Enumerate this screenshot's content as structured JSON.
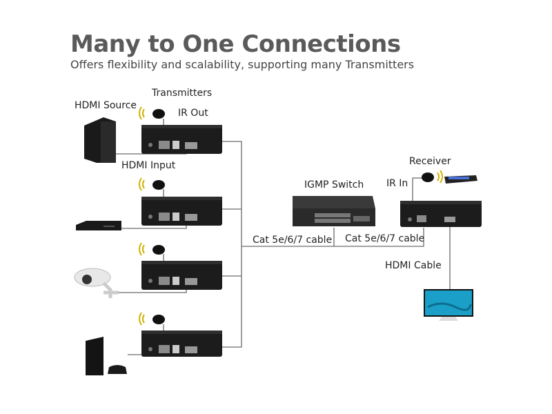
{
  "header": {
    "title": "Many to One Connections",
    "subtitle": "Offers flexibility and scalability, supporting many Transmitters"
  },
  "labels": {
    "transmitters": "Transmitters",
    "hdmi_source": "HDMI Source",
    "ir_out": "IR Out",
    "hdmi_input": "HDMI Input",
    "igmp_switch": "IGMP Switch",
    "receiver": "Receiver",
    "ir_in": "IR In",
    "cat_cable_left": "Cat 5e/6/7 cable",
    "cat_cable_right": "Cat 5e/6/7 cable",
    "hdmi_cable": "HDMI Cable"
  },
  "colors": {
    "device": "#1c1c1c",
    "line": "#666666",
    "title": "#5a5a5a",
    "wifi": "#d4b000",
    "screen": "#1aa0c8"
  },
  "sources": [
    "tower-pc-icon",
    "blu-ray-player-icon",
    "security-camera-icon",
    "game-console-icon"
  ]
}
